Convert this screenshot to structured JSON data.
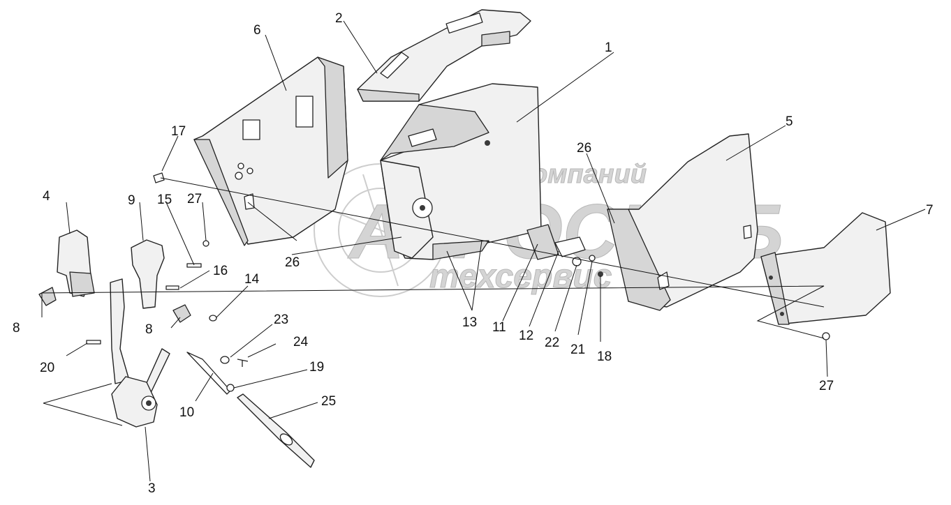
{
  "watermark": {
    "line1": "группа компаний",
    "line2": "АГРОСНАБ",
    "line3": "техсервис"
  },
  "callouts": [
    "1",
    "2",
    "3",
    "4",
    "5",
    "6",
    "7",
    "8",
    "8",
    "9",
    "10",
    "11",
    "12",
    "13",
    "14",
    "15",
    "16",
    "17",
    "18",
    "19",
    "20",
    "21",
    "22",
    "23",
    "24",
    "25",
    "26",
    "26",
    "27",
    "27"
  ],
  "colors": {
    "line": "#222222",
    "fill": "#f1f1f1",
    "shade": "#d6d6d6",
    "watermark": "#c8c8c8"
  }
}
